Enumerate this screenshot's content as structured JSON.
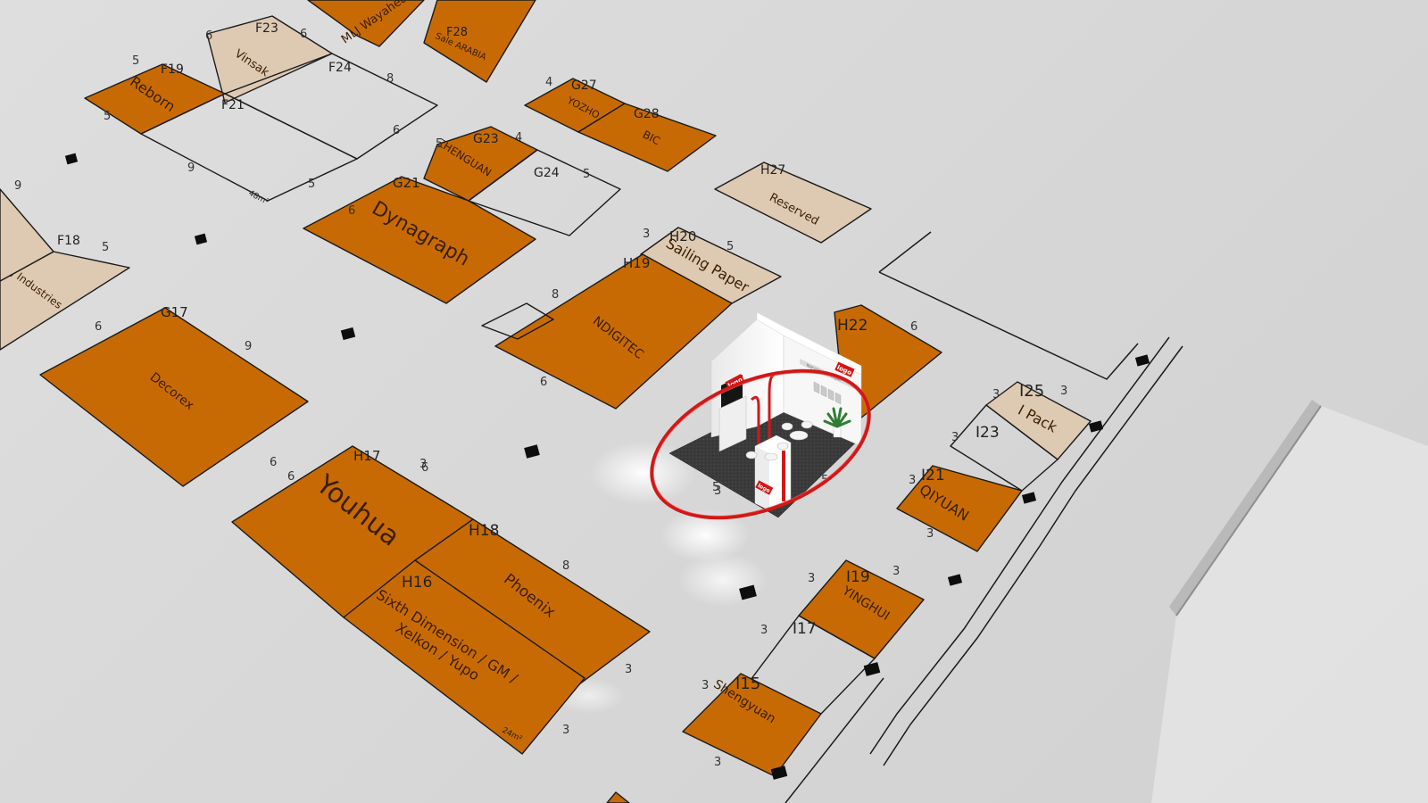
{
  "colors": {
    "floor": "#d9d9d9",
    "booth_sold": "#c86a04",
    "booth_reserved": "#dec9b3",
    "booth_outline": "#1a1a1a",
    "highlight_ring": "#d01818",
    "pillar": "#0d0d0d"
  },
  "booths": [
    {
      "code": "",
      "name": "MLJ Wayahead",
      "area": "",
      "status": "sold"
    },
    {
      "code": "F28",
      "name": "Sale ARABIA",
      "area": "",
      "status": "sold"
    },
    {
      "code": "F23",
      "name": "Vinsak",
      "area": "",
      "status": "reserved"
    },
    {
      "code": "F19",
      "name": "Reborn",
      "area": "",
      "status": "sold"
    },
    {
      "code": "F24",
      "name": "",
      "area": "",
      "status": "free"
    },
    {
      "code": "F21",
      "name": "",
      "area": "48m²",
      "status": "free"
    },
    {
      "code": "G27",
      "name": "YOZHO",
      "area": "",
      "status": "sold"
    },
    {
      "code": "G28",
      "name": "BIC",
      "area": "",
      "status": "sold"
    },
    {
      "code": "H27",
      "name": "Reserved",
      "area": "",
      "status": "reserved"
    },
    {
      "code": "G23",
      "name": "ZHENGUAN",
      "area": "",
      "status": "sold"
    },
    {
      "code": "G24",
      "name": "",
      "area": "",
      "status": "free"
    },
    {
      "code": "G21",
      "name": "Dynagraph",
      "area": "",
      "status": "sold"
    },
    {
      "code": "F18",
      "name": "MLJ Industries",
      "area": "",
      "status": "reserved"
    },
    {
      "code": "",
      "name": "",
      "area": "",
      "status": "reserved"
    },
    {
      "code": "H20",
      "name": "Sailing Paper",
      "area": "",
      "status": "reserved"
    },
    {
      "code": "H19",
      "name": "NDIGITEC",
      "area": "",
      "status": "sold"
    },
    {
      "code": "H22",
      "name": "",
      "area": "",
      "status": "sold"
    },
    {
      "code": "G17",
      "name": "Decorex",
      "area": "",
      "status": "sold"
    },
    {
      "code": "H17",
      "name": "Youhua",
      "area": "",
      "status": "sold"
    },
    {
      "code": "H18",
      "name": "Phoenix",
      "area": "",
      "status": "sold"
    },
    {
      "code": "H16",
      "name": "Sixth Dimension / GM /",
      "name2": "Xelkon / Yupo",
      "area": "24m²",
      "status": "sold"
    },
    {
      "code": "I25",
      "name": "I Pack",
      "area": "",
      "status": "reserved"
    },
    {
      "code": "I23",
      "name": "",
      "area": "",
      "status": "free"
    },
    {
      "code": "I21",
      "name": "QIYUAN",
      "area": "",
      "status": "sold"
    },
    {
      "code": "I19",
      "name": "YINGHUI",
      "area": "",
      "status": "sold"
    },
    {
      "code": "I17",
      "name": "",
      "area": "",
      "status": "free"
    },
    {
      "code": "I15",
      "name": "Shengyuan",
      "area": "",
      "status": "sold"
    },
    {
      "code": "",
      "name": "",
      "area": "",
      "status": "sold"
    },
    {
      "code": "",
      "name": "",
      "area": "",
      "status": "free"
    }
  ],
  "dimension_labels": [
    "6",
    "6",
    "8",
    "5",
    "5",
    "9",
    "5",
    "6",
    "5",
    "4",
    "5",
    "4",
    "9",
    "5",
    "6",
    "8",
    "6",
    "3",
    "5",
    "6",
    "6",
    "6",
    "6",
    "9",
    "6",
    "8",
    "3",
    "3",
    "5",
    "5",
    "3",
    "3",
    "3",
    "3",
    "3",
    "3",
    "3",
    "3",
    "3",
    "3",
    "3",
    "3"
  ],
  "showcase_stand": {
    "logo_text": "logo",
    "fascia_text": "Your company slogan"
  }
}
